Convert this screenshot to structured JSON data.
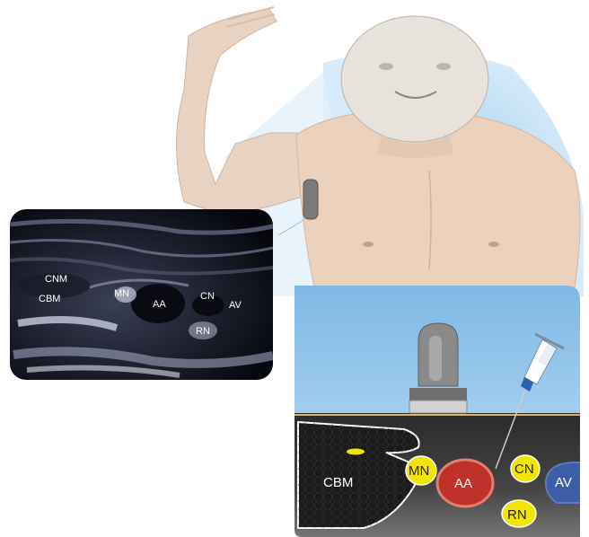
{
  "ultrasound": {
    "labels": {
      "cnm": "CNM",
      "cbm": "CBM",
      "mn": "MN",
      "aa": "AA",
      "cn": "CN",
      "av": "AV",
      "rn": "RN"
    }
  },
  "schematic": {
    "labels": {
      "cbm": "CBM",
      "mn": "MN",
      "aa": "AA",
      "cn": "CN",
      "av": "AV",
      "rn": "RN"
    }
  },
  "colors": {
    "water": "#8cc3ea",
    "tissue_dark": "#1a1a1a",
    "artery": "#c0302a",
    "vein": "#3d5da8",
    "nerve": "#f2e600",
    "skin": "#ecd1bd"
  }
}
